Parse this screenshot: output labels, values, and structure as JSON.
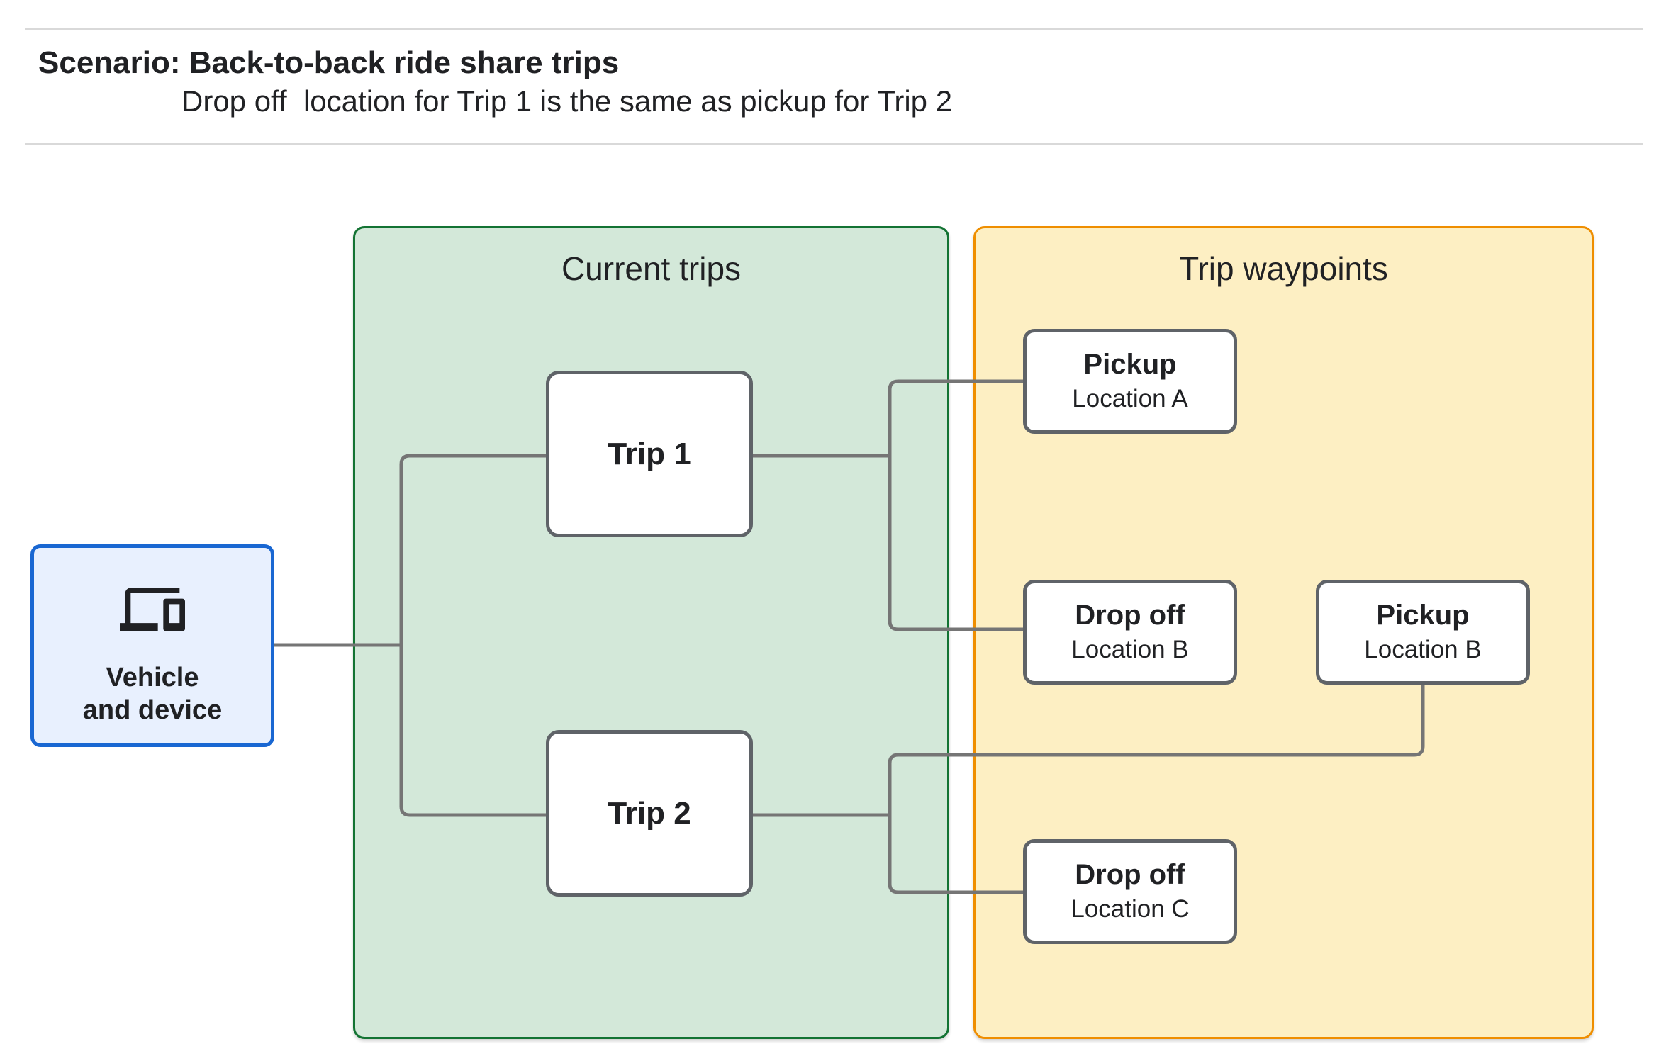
{
  "page": {
    "title": "Scenario: Back-to-back ride share trips",
    "subtitle": "Drop off  location for Trip 1 is the same as pickup for Trip 2"
  },
  "vehicle": {
    "icon": "devices-icon",
    "label_line1": "Vehicle",
    "label_line2": "and device"
  },
  "containers": {
    "current_trips": {
      "title": "Current trips"
    },
    "trip_waypoints": {
      "title": "Trip waypoints"
    }
  },
  "trips": [
    {
      "label": "Trip 1"
    },
    {
      "label": "Trip 2"
    }
  ],
  "waypoints": [
    {
      "title": "Pickup",
      "subtitle": "Location A"
    },
    {
      "title": "Drop off",
      "subtitle": "Location B"
    },
    {
      "title": "Pickup",
      "subtitle": "Location B"
    },
    {
      "title": "Drop off",
      "subtitle": "Location C"
    }
  ],
  "colors": {
    "accent_blue_border": "#1967d2",
    "accent_blue_fill": "#e8f0fe",
    "green_border": "#137333",
    "green_fill": "#d3e8d9",
    "orange_border": "#ef8e00",
    "orange_fill": "#fdefc3",
    "node_border": "#5f6368",
    "node_fill": "#ffffff",
    "connector": "#757575",
    "text": "#202124",
    "divider": "#d9d9d9"
  }
}
